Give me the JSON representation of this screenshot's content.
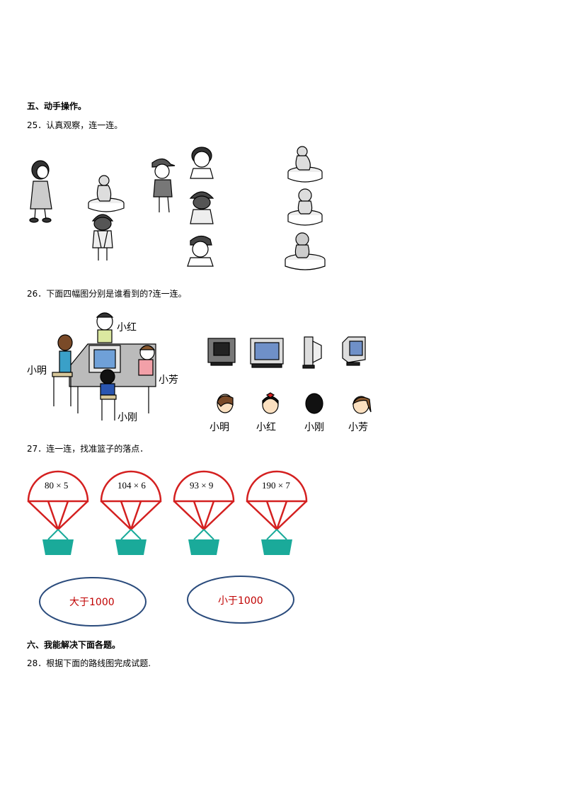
{
  "section5": {
    "heading": "五、动手操作。"
  },
  "q25": {
    "prompt": "25．认真观察，连一连。"
  },
  "q26": {
    "prompt": "26．下面四幅图分别是谁看到的?连一连。",
    "scene_labels": {
      "xiaohong": "小红",
      "xiaoming": "小明",
      "xiaofang": "小芳",
      "xiaogang": "小刚"
    },
    "heads": [
      "小明",
      "小红",
      "小刚",
      "小芳"
    ]
  },
  "q27": {
    "prompt": "27．连一连，找准篮子的落点．",
    "parachutes": [
      "80 × 5",
      "104 × 6",
      "93 × 9",
      "190 × 7"
    ],
    "targets": [
      "大于1000",
      "小于1000"
    ],
    "colors": {
      "parachute": "#d42020",
      "basket": "#1aaa9a",
      "ellipse": "#2a4b7c",
      "target_text": "#c00000"
    }
  },
  "section6": {
    "heading": "六、我能解决下面各题。"
  },
  "q28": {
    "prompt": "28．根据下面的路线图完成试题."
  }
}
